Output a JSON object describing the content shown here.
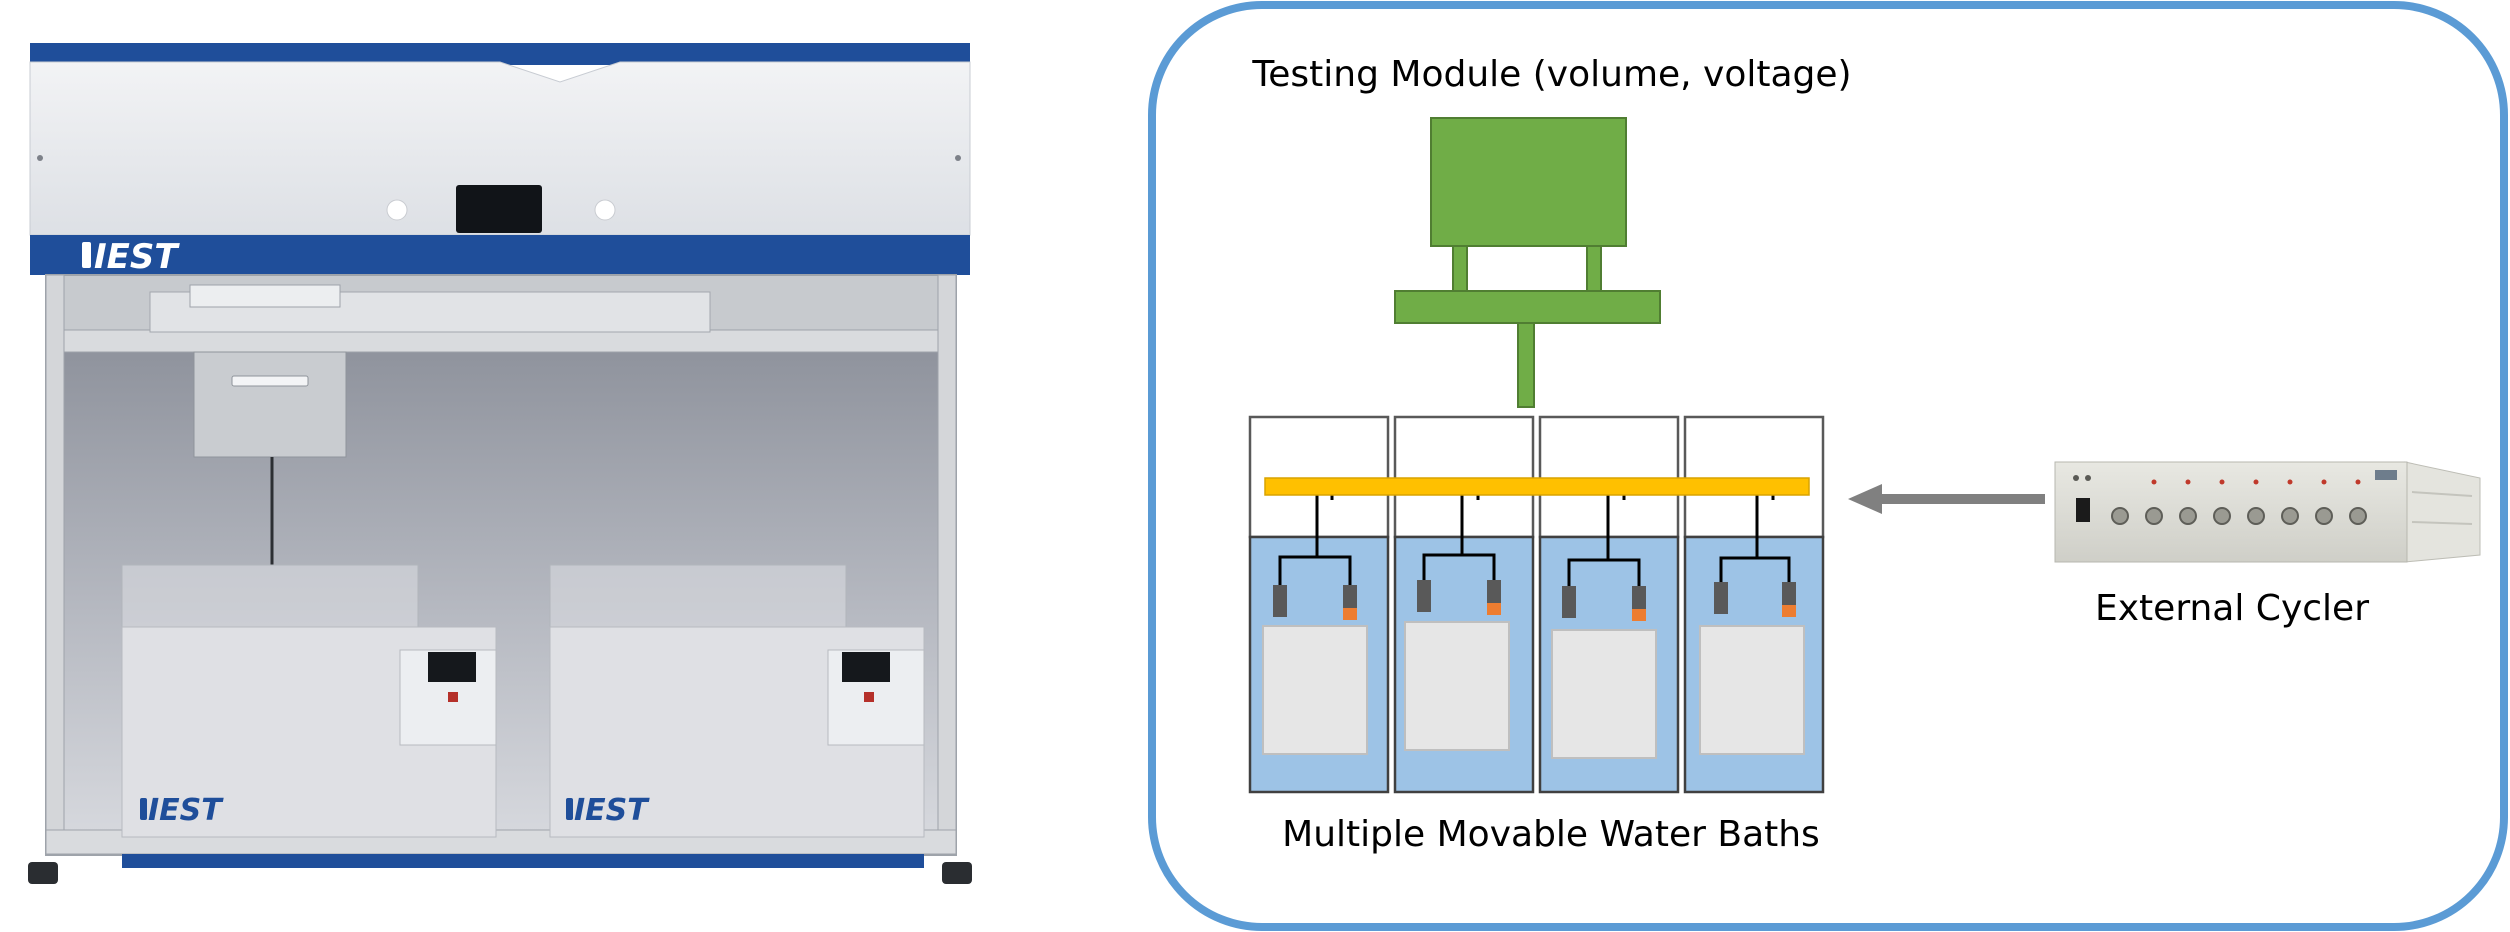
{
  "machine": {
    "brand": "IEST",
    "colors": {
      "brand_blue": "#1f4e9a",
      "panel": "#e9ebef",
      "frame": "#bfc3c8",
      "chamber": "#a4a8b2",
      "bath": "#dcdde1"
    }
  },
  "diagram": {
    "testing_module_label": "Testing Module (volume, voltage)",
    "water_baths_label": "Multiple Movable Water Baths",
    "external_cycler_label": "External Cycler",
    "bath_count": 4,
    "colors": {
      "frame_border": "#5b9bd5",
      "module": "#70ad47",
      "bar": "#ffc000",
      "water": "#9dc3e6",
      "cell": "#e6e6e6",
      "arrow": "#808080",
      "terminal": "#595959",
      "terminal_positive": "#ed7d31"
    }
  }
}
